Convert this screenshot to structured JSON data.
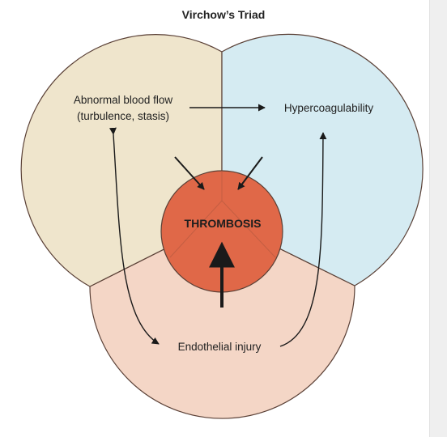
{
  "title": "Virchow’s Triad",
  "center_label": "THROMBOSIS",
  "lobes": [
    {
      "id": "flow",
      "line1": "Abnormal blood flow",
      "line2": "(turbulence, stasis)",
      "color": "#efe5cc"
    },
    {
      "id": "coag",
      "line1": "Hypercoagulability",
      "color": "#d5ebf2"
    },
    {
      "id": "endo",
      "line1": "Endothelial injury",
      "color": "#f4d6c6"
    }
  ],
  "center_color": "#e06848",
  "outline_color": "#5a4036",
  "arrow_color": "#1a1a1a"
}
